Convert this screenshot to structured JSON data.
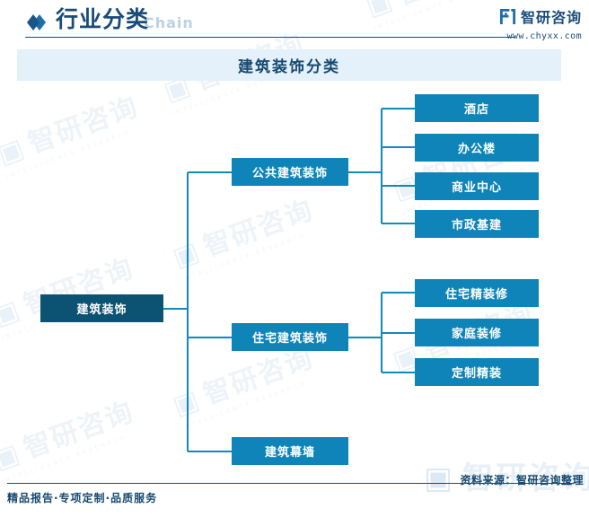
{
  "header": {
    "title": "行业分类",
    "subtitle": "Chain",
    "diamond_icon": "diamond-icon",
    "brand_name": "智研咨询",
    "brand_url": "www.chyxx.com",
    "accent_color": "#1a4c7a"
  },
  "banner": {
    "title": "建筑装饰分类",
    "background": "#e4f0fa"
  },
  "colors": {
    "root_node": "#0b5273",
    "node": "#0e84b8",
    "connector": "#1288bd",
    "banner_bg": "#e4f0fa",
    "text_dark": "#16496f",
    "watermark": "#eef3f8"
  },
  "diagram": {
    "root": {
      "label": "建筑装饰"
    },
    "branches": [
      {
        "label": "公共建筑装饰",
        "children": [
          {
            "label": "酒店"
          },
          {
            "label": "办公楼"
          },
          {
            "label": "商业中心"
          },
          {
            "label": "市政基建"
          }
        ]
      },
      {
        "label": "住宅建筑装饰",
        "children": [
          {
            "label": "住宅精装修"
          },
          {
            "label": "家庭装修"
          },
          {
            "label": "定制精装"
          }
        ]
      },
      {
        "label": "建筑幕墙",
        "children": []
      }
    ]
  },
  "watermarks": {
    "mark_text": "智研咨询",
    "mark_sub": "INTELLIGENCE RESEARCH",
    "big_text": "智研咨询",
    "big_sub": "INTELLIGENCE RESEARCH"
  },
  "footer": {
    "slogan": "精品报告·专项定制·品质服务",
    "source": "资料来源：智研咨询整理"
  }
}
